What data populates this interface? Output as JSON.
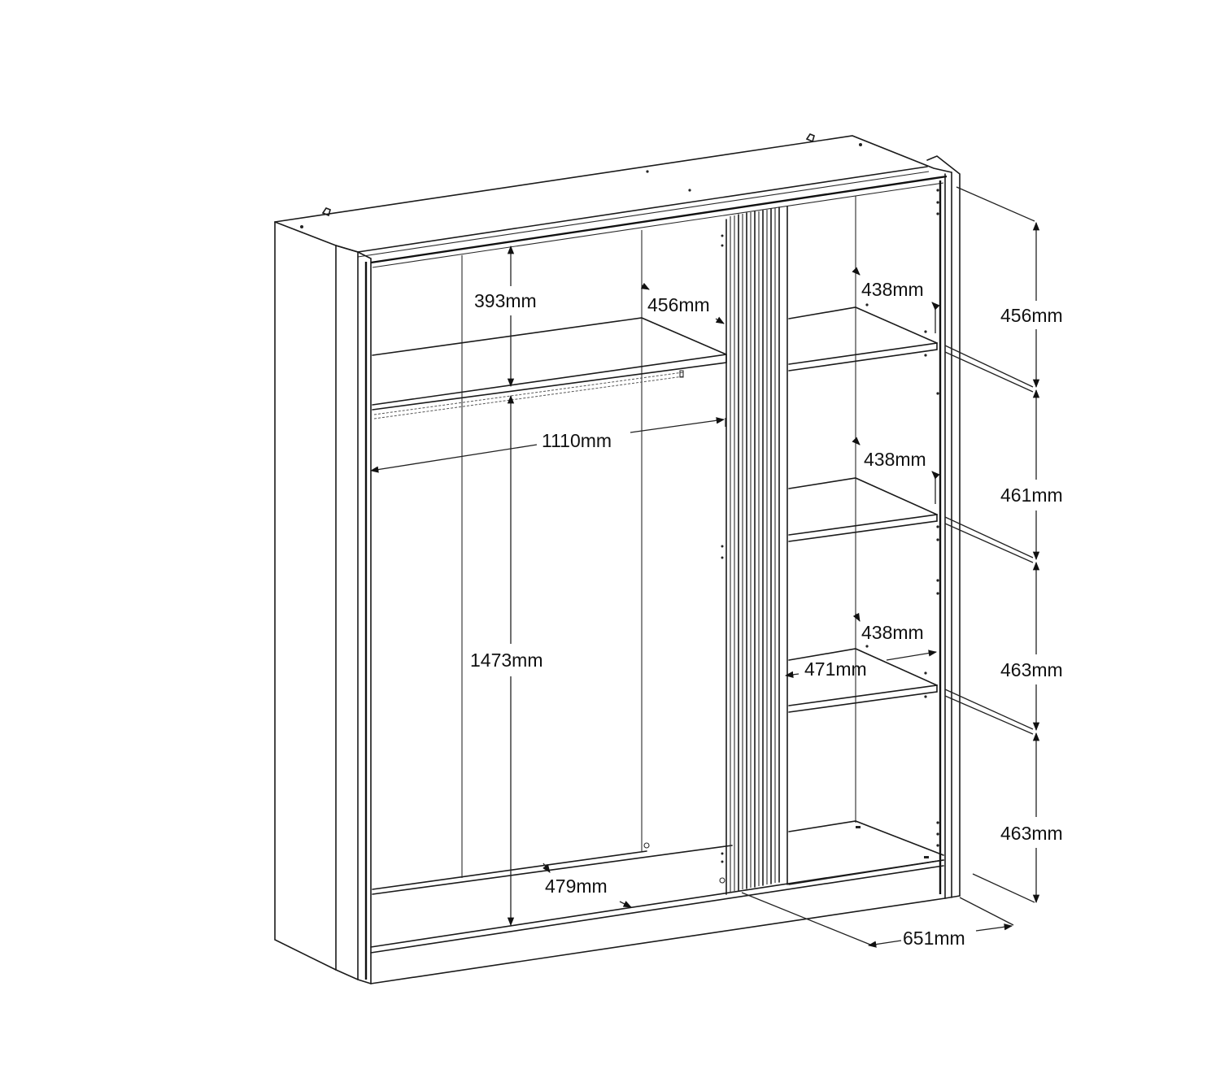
{
  "diagram": {
    "subject": "Sliding-door wardrobe, interior dimensions",
    "colors": {
      "line": "#1a1a1a",
      "background": "#ffffff",
      "text": "#111111"
    },
    "dimensions": {
      "left_top_compartment_height": "393mm",
      "left_top_shelf_depth": "456mm",
      "left_section_width": "1110mm",
      "left_hanging_height": "1473mm",
      "left_bottom_depth": "479mm",
      "right_shelf1_depth": "438mm",
      "right_shelf2_depth": "438mm",
      "right_shelf3_depth": "438mm",
      "right_section_width": "471mm",
      "overall_depth": "651mm",
      "right_height_1": "456mm",
      "right_height_2": "461mm",
      "right_height_3": "463mm",
      "right_height_4": "463mm"
    }
  }
}
